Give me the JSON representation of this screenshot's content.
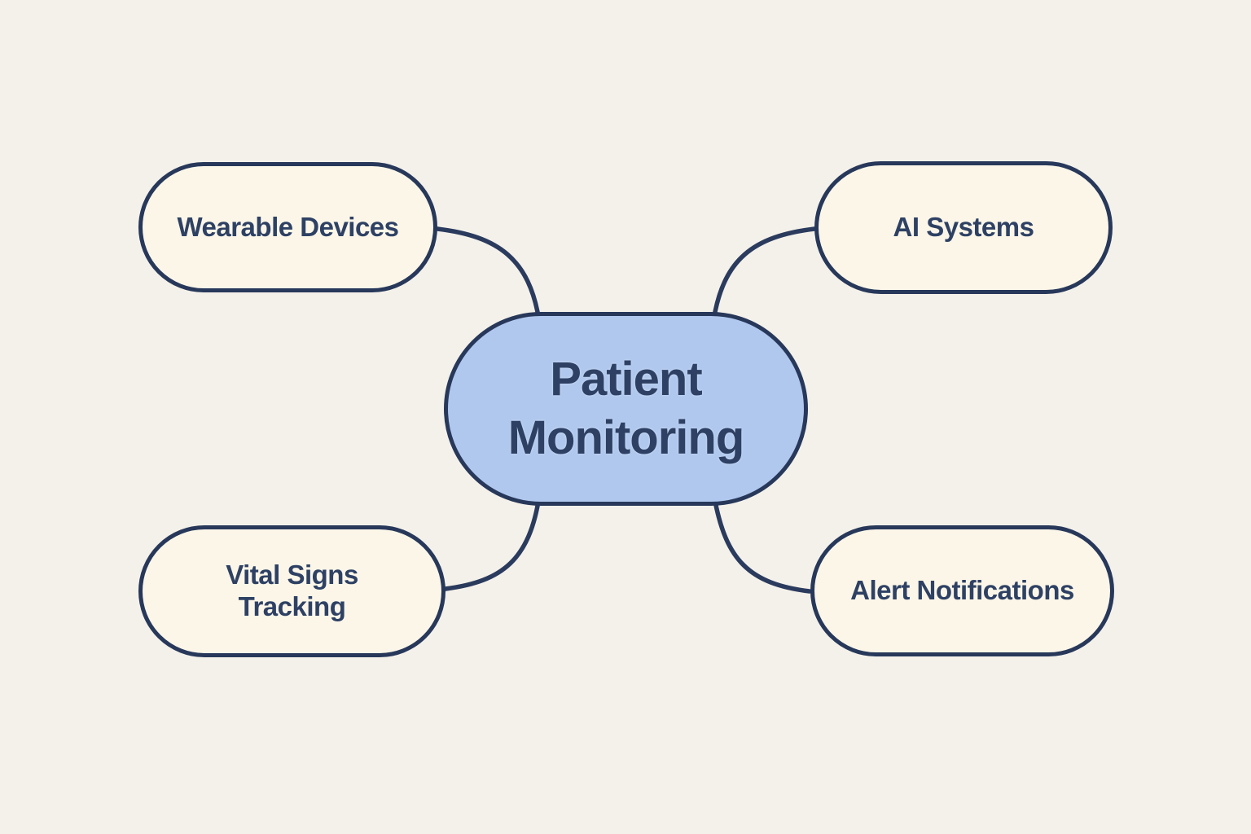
{
  "diagram": {
    "type": "mindmap",
    "colors": {
      "background": "#f4f1ea",
      "satellite_fill": "#fbf6e8",
      "center_fill": "#b0c8ee",
      "stroke": "#2b3b5e",
      "text": "#2e4164"
    },
    "center": {
      "id": "patient-monitoring",
      "label": "Patient\nMonitoring"
    },
    "nodes": [
      {
        "id": "wearable-devices",
        "label": "Wearable Devices",
        "position": "top-left"
      },
      {
        "id": "ai-systems",
        "label": "AI Systems",
        "position": "top-right"
      },
      {
        "id": "vital-signs-tracking",
        "label": "Vital Signs\nTracking",
        "position": "bottom-left"
      },
      {
        "id": "alert-notifications",
        "label": "Alert Notifications",
        "position": "bottom-right"
      }
    ],
    "edges": [
      {
        "from": "wearable-devices",
        "to": "patient-monitoring"
      },
      {
        "from": "ai-systems",
        "to": "patient-monitoring"
      },
      {
        "from": "vital-signs-tracking",
        "to": "patient-monitoring"
      },
      {
        "from": "alert-notifications",
        "to": "patient-monitoring"
      }
    ]
  }
}
